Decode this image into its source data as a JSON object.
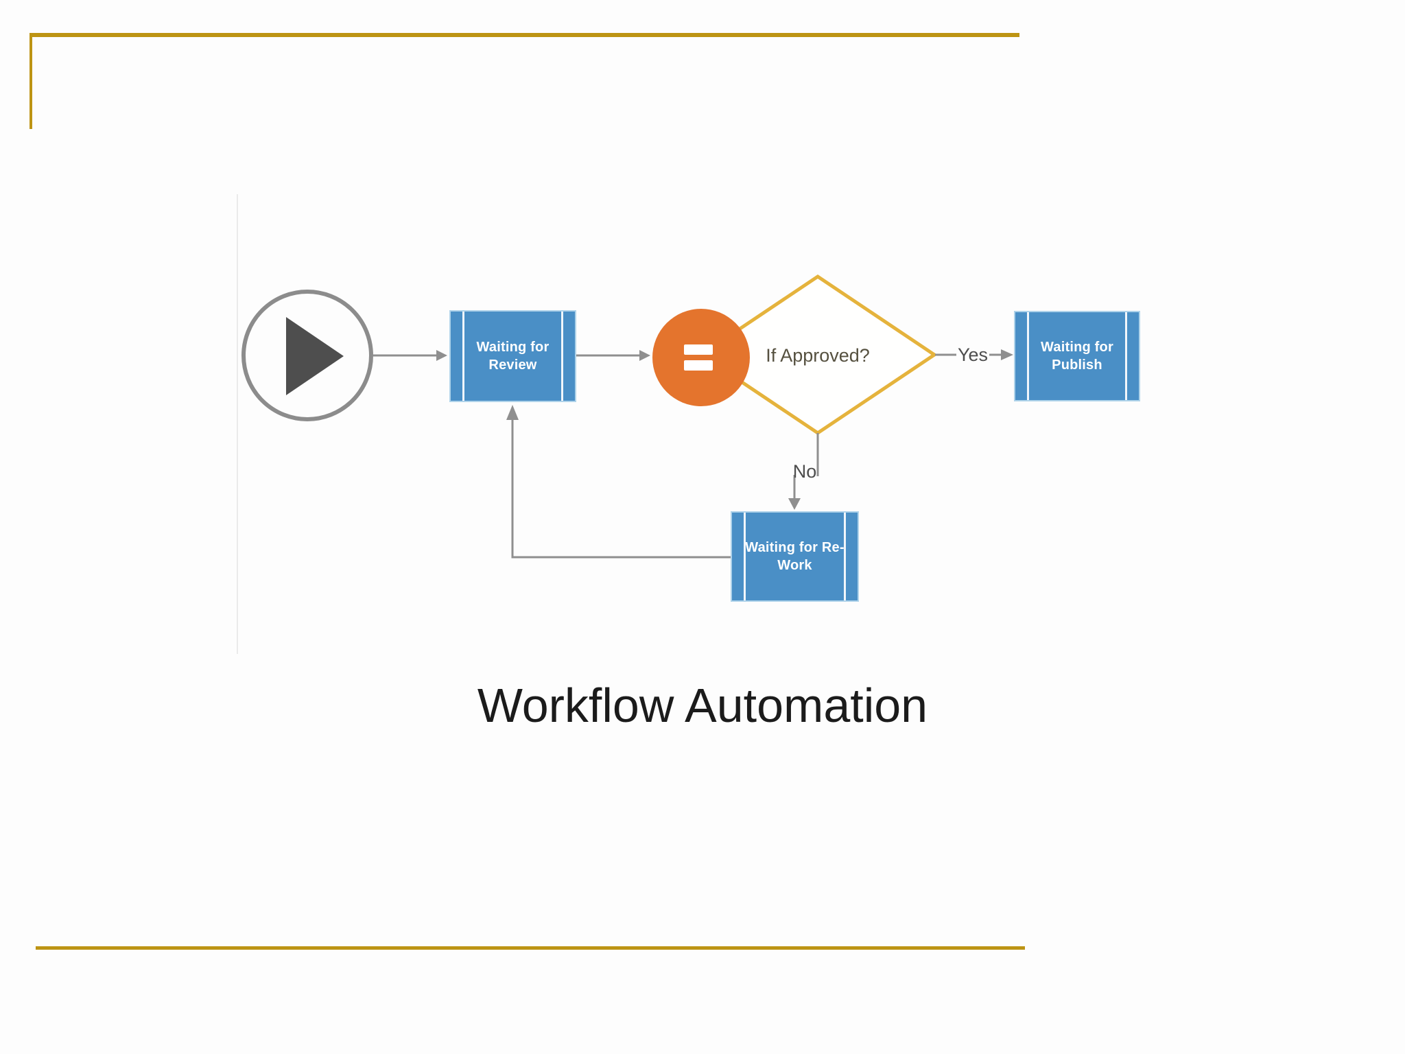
{
  "slide": {
    "title": "Workflow Automation",
    "accent_colors": {
      "gold_rule": "#BD9414",
      "node_blue": "#4A8FC6",
      "decision_gold": "#E5B33C",
      "equals_orange": "#E4742D",
      "connector_gray": "#8F8F8F"
    }
  },
  "diagram": {
    "start_node": {
      "icon": "play-icon"
    },
    "gate_node": {
      "icon": "equals-icon"
    },
    "nodes": {
      "review": {
        "label_line1": "Waiting for",
        "label_line2": "Review"
      },
      "publish": {
        "label_line1": "Waiting for",
        "label_line2": "Publish"
      },
      "rework": {
        "label_line1": "Waiting for Re-",
        "label_line2": "Work"
      }
    },
    "decision": {
      "label": "If Approved?"
    },
    "edges": {
      "yes_label": "Yes",
      "no_label": "No"
    }
  }
}
